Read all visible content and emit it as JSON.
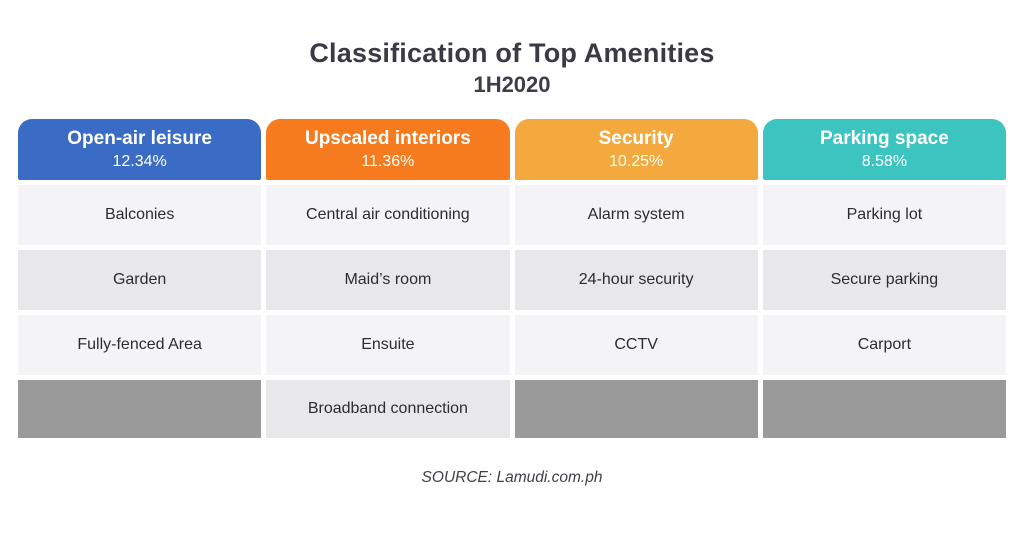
{
  "title": "Classification of Top Amenities",
  "subtitle": "1H2020",
  "source_text": "SOURCE: Lamudi.com.ph",
  "columns": [
    {
      "name": "Open-air leisure",
      "percent": "12.34%",
      "color": "#3b6cc5",
      "items": [
        "Balconies",
        "Garden",
        "Fully-fenced Area",
        ""
      ]
    },
    {
      "name": "Upscaled interiors",
      "percent": "11.36%",
      "color": "#f67b1e",
      "items": [
        "Central air conditioning",
        "Maid’s room",
        "Ensuite",
        "Broadband connection"
      ]
    },
    {
      "name": "Security",
      "percent": "10.25%",
      "color": "#f3a93e",
      "items": [
        "Alarm system",
        "24-hour security",
        "CCTV",
        ""
      ]
    },
    {
      "name": "Parking space",
      "percent": "8.58%",
      "color": "#3cc5c0",
      "items": [
        "Parking lot",
        "Secure parking",
        "Carport",
        ""
      ]
    }
  ],
  "chart_data": {
    "type": "table",
    "title": "Classification of Top Amenities",
    "subtitle": "1H2020",
    "categories": [
      "Open-air leisure",
      "Upscaled interiors",
      "Security",
      "Parking space"
    ],
    "values": [
      12.34,
      11.36,
      10.25,
      8.58
    ],
    "unit": "%",
    "category_colors": [
      "#3b6cc5",
      "#f67b1e",
      "#f3a93e",
      "#3cc5c0"
    ],
    "rows": [
      [
        "Balconies",
        "Central air conditioning",
        "Alarm system",
        "Parking lot"
      ],
      [
        "Garden",
        "Maid’s room",
        "24-hour security",
        "Secure parking"
      ],
      [
        "Fully-fenced Area",
        "Ensuite",
        "CCTV",
        "Carport"
      ],
      [
        "",
        "Broadband connection",
        "",
        ""
      ]
    ],
    "source": "SOURCE: Lamudi.com.ph"
  }
}
